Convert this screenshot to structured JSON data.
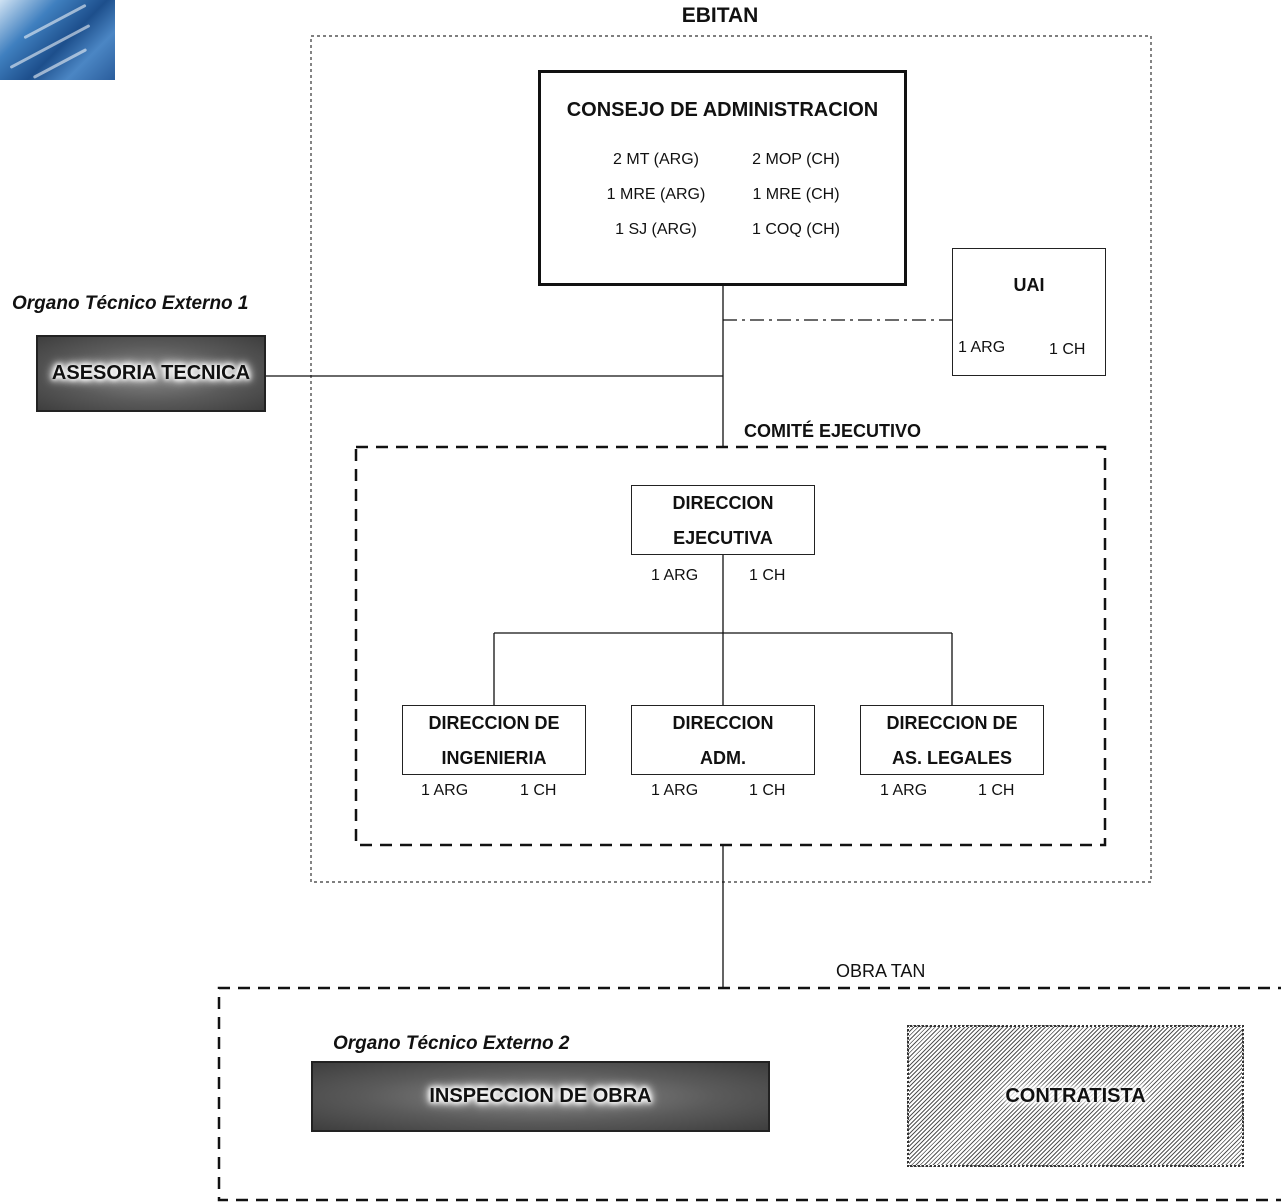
{
  "ebitan_title": "EBITAN",
  "consejo": {
    "title": "CONSEJO DE ADMINISTRACION",
    "members_left": [
      "2 MT (ARG)",
      "1 MRE (ARG)",
      "1 SJ (ARG)"
    ],
    "members_right": [
      "2 MOP (CH)",
      "1 MRE (CH)",
      "1 COQ (CH)"
    ]
  },
  "uai": {
    "title": "UAI",
    "arg": "1 ARG",
    "ch": "1 CH"
  },
  "organo_1": {
    "label": "Organo Técnico Externo 1",
    "box": "ASESORIA TECNICA"
  },
  "comite_title": "COMITÉ EJECUTIVO",
  "direccion_ejecutiva": {
    "line1": "DIRECCION",
    "line2": "EJECUTIVA",
    "arg": "1 ARG",
    "ch": "1 CH"
  },
  "dir_ingenieria": {
    "line1": "DIRECCION DE",
    "line2": "INGENIERIA",
    "arg": "1 ARG",
    "ch": "1 CH"
  },
  "dir_adm": {
    "line1": "DIRECCION",
    "line2": "ADM.",
    "arg": "1 ARG",
    "ch": "1 CH"
  },
  "dir_legales": {
    "line1": "DIRECCION DE",
    "line2": "AS. LEGALES",
    "arg": "1 ARG",
    "ch": "1 CH"
  },
  "obra_title": "OBRA TAN",
  "organo_2": {
    "label": "Organo Técnico Externo 2",
    "box": "INSPECCION DE OBRA"
  },
  "contratista": "CONTRATISTA"
}
